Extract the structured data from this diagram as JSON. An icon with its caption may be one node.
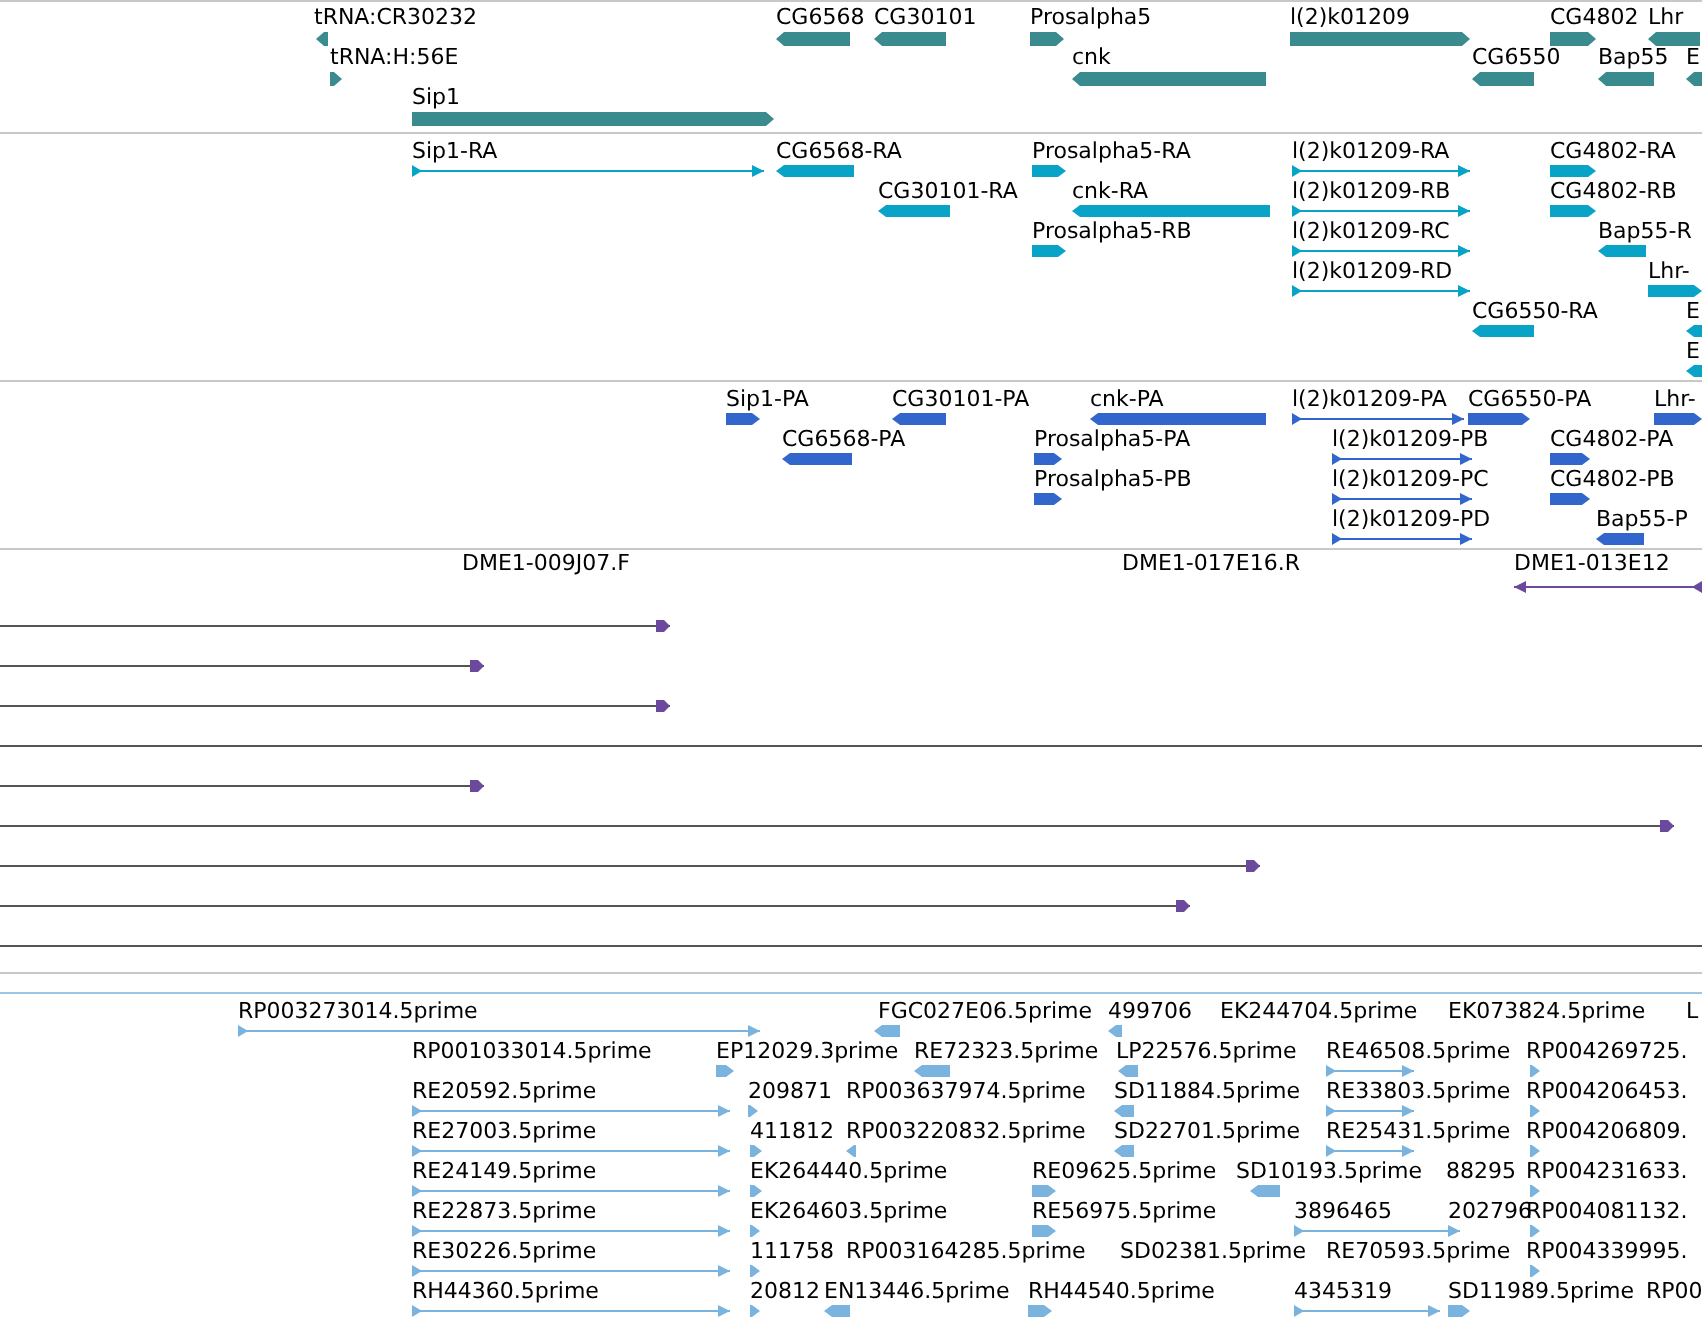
{
  "diagram": {
    "labels": [
      "tRNA:CR30232",
      "CG6568",
      "CG30101",
      "Prosalpha5",
      "l(2)k01209",
      "CG4802",
      "Lhr",
      "tRNA:H:56E",
      "cnk",
      "CG6550",
      "Bap55",
      "E",
      "Sip1",
      "Sip1-RA",
      "CG6568-RA",
      "Prosalpha5-RA",
      "l(2)k01209-RA",
      "CG4802-RA",
      "CG30101-RA",
      "cnk-RA",
      "l(2)k01209-RB",
      "CG4802-RB",
      "Prosalpha5-RB",
      "l(2)k01209-RC",
      "Bap55-R",
      "l(2)k01209-RD",
      "Lhr-",
      "CG6550-RA",
      "E",
      "E",
      "Sip1-PA",
      "CG30101-PA",
      "cnk-PA",
      "l(2)k01209-PA",
      "CG6550-PA",
      "Lhr-",
      "CG6568-PA",
      "Prosalpha5-PA",
      "l(2)k01209-PB",
      "CG4802-PA",
      "Prosalpha5-PB",
      "l(2)k01209-PC",
      "CG4802-PB",
      "l(2)k01209-PD",
      "Bap55-P",
      "DME1-009J07.F",
      "DME1-017E16.R",
      "DME1-013E12",
      "RP003273014.5prime",
      "FGC027E06.5prime",
      "499706",
      "EK244704.5prime",
      "EK073824.5prime",
      "L",
      "RP001033014.5prime",
      "EP12029.3prime",
      "RE72323.5prime",
      "LP22576.5prime",
      "RE46508.5prime",
      "RP004269725.",
      "RE20592.5prime",
      "209871",
      "RP003637974.5prime",
      "SD11884.5prime",
      "RE33803.5prime",
      "RP004206453.",
      "RE27003.5prime",
      "411812",
      "RP003220832.5prime",
      "SD22701.5prime",
      "RE25431.5prime",
      "RP004206809.",
      "RE24149.5prime",
      "EK264440.5prime",
      "RE09625.5prime",
      "SD10193.5prime",
      "88295",
      "RP004231633.",
      "RE22873.5prime",
      "EK264603.5prime",
      "RE56975.5prime",
      "3896465",
      "202796",
      "RP004081132.",
      "RE30226.5prime",
      "111758",
      "RP003164285.5prime",
      "SD02381.5prime",
      "RE70593.5prime",
      "RP004339995.",
      "RH44360.5prime",
      "20812",
      "EN13446.5prime",
      "RH44540.5prime",
      "4345319",
      "SD11989.5prime",
      "RP00"
    ]
  }
}
